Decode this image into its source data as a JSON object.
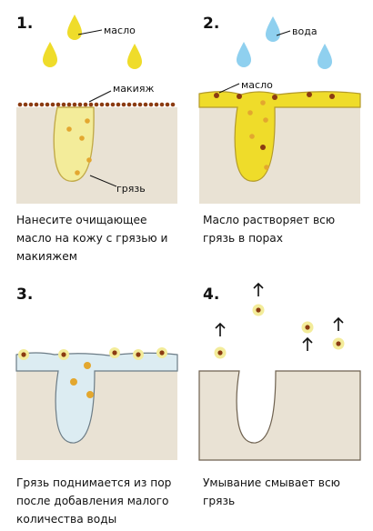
{
  "colors": {
    "skin": "#e9e2d4",
    "skin_edge": "#d6ccb8",
    "pore_outline": "#7a6a4a",
    "oil": "#efdc2a",
    "oil_light": "#f3ec9a",
    "makeup_dot": "#8b3b12",
    "water": "#8fd0ef",
    "water_light": "#dcecf2",
    "dirt": "#e3a72f",
    "arrow": "#111111"
  },
  "panels": [
    {
      "number": "1.",
      "caption": "Нанесите очищающее масло на кожу с грязью и макияжем",
      "labels": {
        "drop": "масло",
        "makeup": "макияж",
        "dirt": "грязь"
      }
    },
    {
      "number": "2.",
      "caption": "Масло растворяет всю грязь в порах",
      "labels": {
        "drop": "вода",
        "oil": "масло"
      }
    },
    {
      "number": "3.",
      "caption": "Грязь поднимается из пор после добавления малого количества воды"
    },
    {
      "number": "4.",
      "caption": "Умывание смывает всю грязь"
    }
  ]
}
